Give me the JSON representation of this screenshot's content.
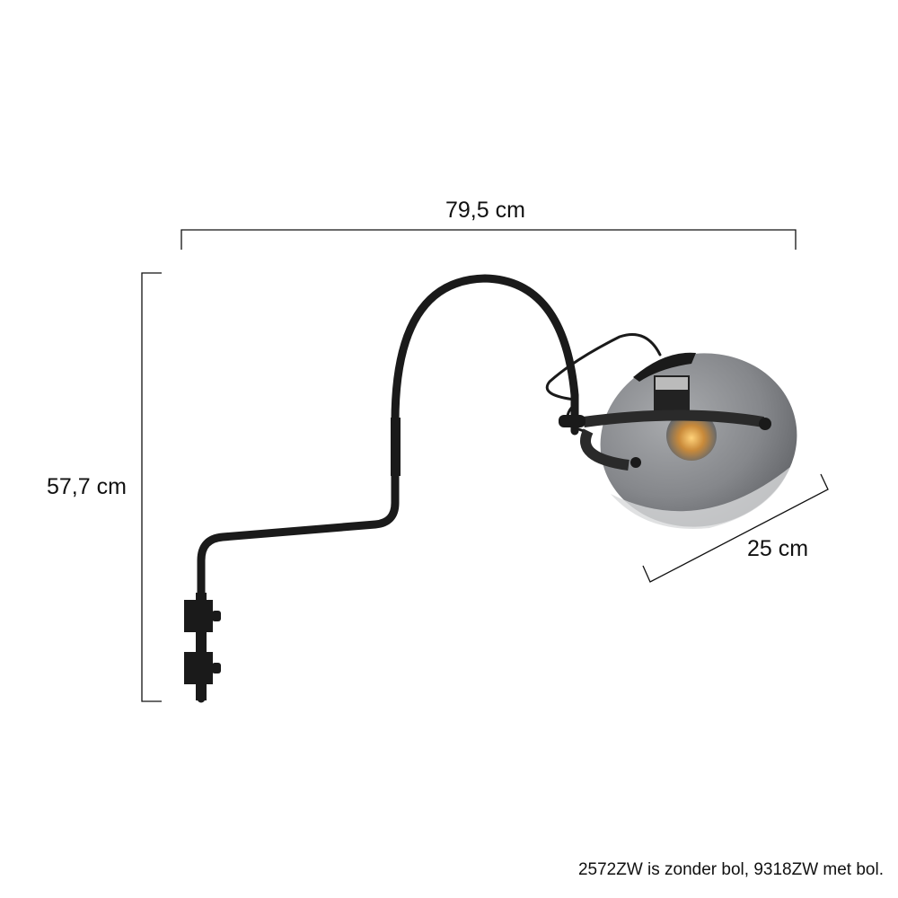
{
  "dimensions": {
    "width": "79,5 cm",
    "height": "57,7 cm",
    "shade_diameter": "25 cm"
  },
  "note": "2572ZW is zonder bol, 9318ZW met bol.",
  "colors": {
    "line": "#111111",
    "arm": "#1a1a1a",
    "glass": "#7c7e83",
    "bulb": "#f0a030"
  }
}
